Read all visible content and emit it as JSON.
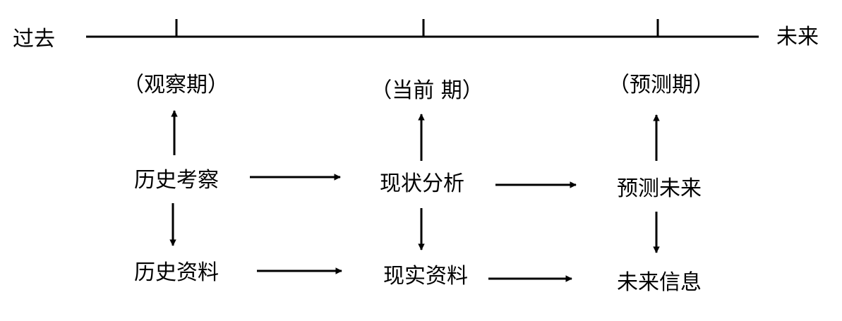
{
  "timeline": {
    "start_label": "过去",
    "end_label": "未来"
  },
  "periods": [
    "（观察期）",
    "（当前 期）",
    "（预测期）"
  ],
  "row_top": [
    "历史考察",
    "现状分析",
    "预测未来"
  ],
  "row_bottom": [
    "历史资料",
    "现实资料",
    "未来信息"
  ]
}
